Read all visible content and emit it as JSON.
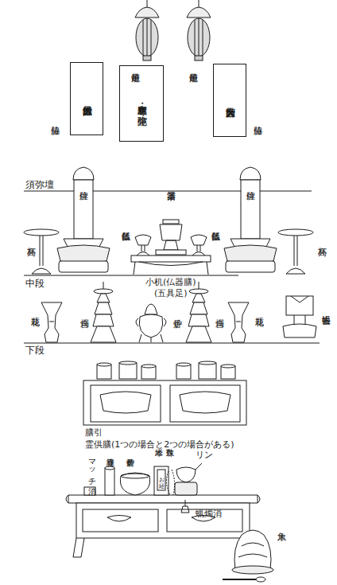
{
  "diagram": {
    "nodes": [
      {
        "text": [
          "伝教大師最澄"
        ]
      },
      {
        "text": [
          "本尊・坐釈迦 坐弥陀"
        ]
      },
      {
        "text": [
          "天台大師智顗"
        ]
      }
    ],
    "labels": [
      "吊燈籠",
      "吊燈籠",
      "脇侍",
      "脇侍",
      "須弥壇",
      "位牌",
      "茶湯器",
      "位牌",
      "仏飯器",
      "仏飯器",
      "高杯",
      "高杯",
      "中段",
      "小机(仏器膳)",
      "(五具足)",
      "花瓶",
      "燭台",
      "香炉",
      "燭台",
      "花瓶",
      "過去帳",
      "下段",
      "膳引",
      "霊供膳(1つの場合と2つの場合がある)",
      "マッチ消",
      "線香立",
      "前香炉",
      "経本",
      "珠数",
      "リン",
      "お経",
      "蝋燭消",
      "木魚"
    ]
  }
}
